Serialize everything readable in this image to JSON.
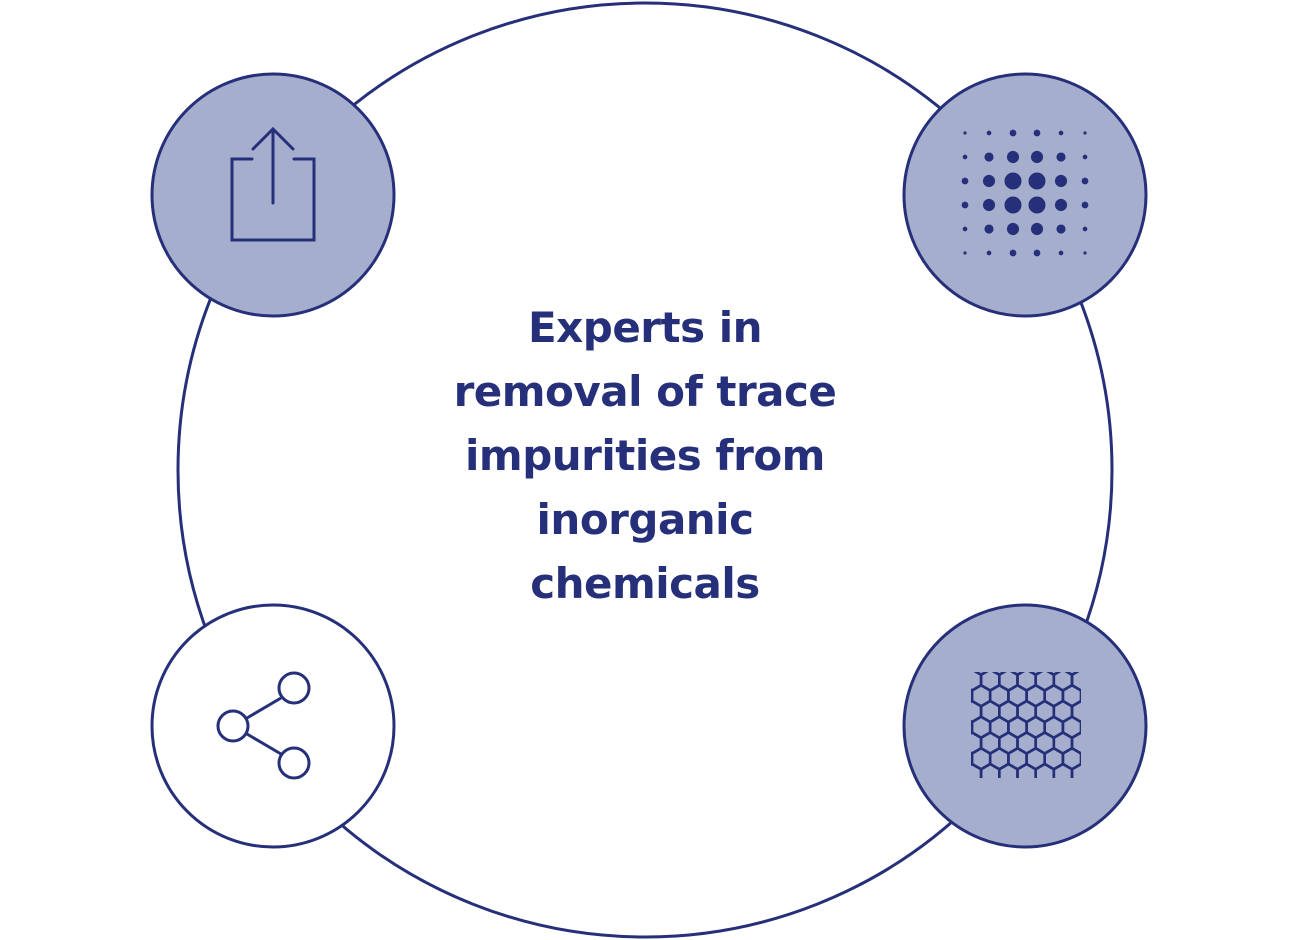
{
  "center": {
    "lines": [
      "Experts in",
      "removal of trace",
      "impurities from",
      "inorganic",
      "chemicals"
    ]
  },
  "colors": {
    "stroke": "#26307a",
    "filled_circle": "#a5aecd",
    "plain_circle": "#ffffff",
    "text": "#26307a"
  },
  "icons": {
    "top_left": "upload-share-icon",
    "top_right": "halftone-dots-icon",
    "bottom_left": "share-nodes-icon",
    "bottom_right": "hexagon-lattice-icon"
  }
}
